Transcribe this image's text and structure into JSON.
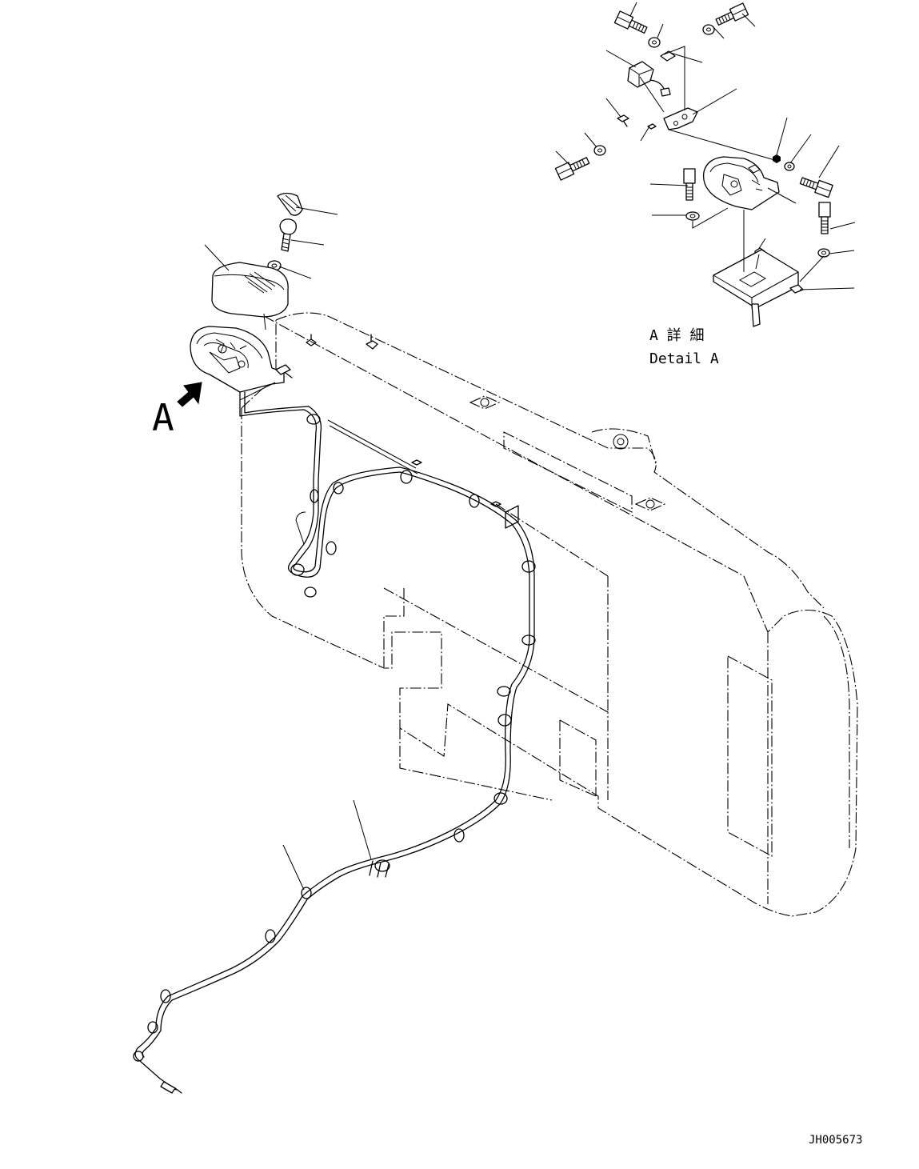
{
  "callout_letter": "A",
  "detail_caption": {
    "japanese": "A 詳 細",
    "english": "Detail A"
  },
  "drawing_number": "JH005673"
}
